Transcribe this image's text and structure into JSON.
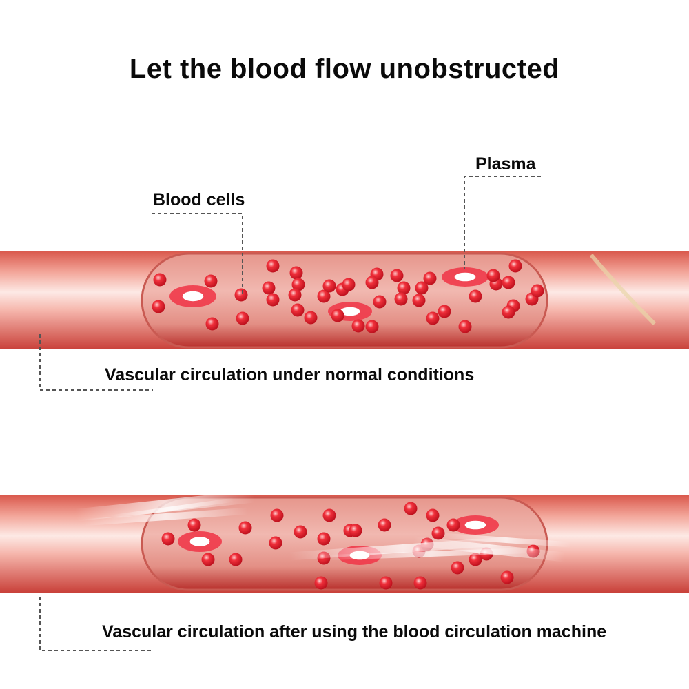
{
  "title": "Let the blood flow unobstructed",
  "labels": {
    "blood_cells": "Blood cells",
    "plasma": "Plasma"
  },
  "captions": {
    "normal": "Vascular circulation under normal conditions",
    "after": "Vascular circulation after using the blood circulation machine"
  },
  "colors": {
    "vessel_outer": "#d9574b",
    "vessel_highlight": "#fbe1dc",
    "lumen": "#e9a39a",
    "cell": "#e01b2a",
    "plasma": "#ef3a4a"
  }
}
